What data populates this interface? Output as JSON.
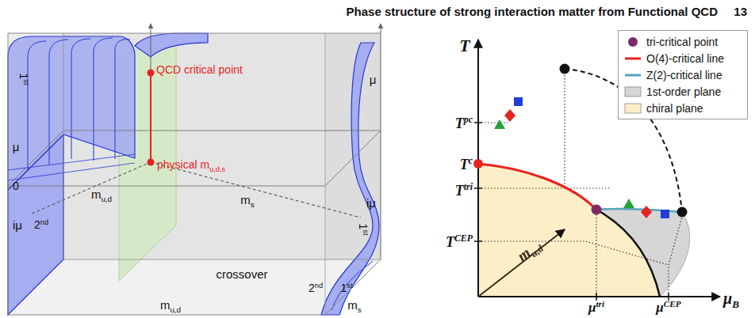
{
  "diagram": {
    "labels": [
      "Phase structure of strong interaction matter from Functional QCD",
      "13",
      "QCD critical point",
      "1st",
      "μ",
      "physical mu,d,s",
      "0",
      "mu,d",
      "ms",
      "μ",
      "1st",
      "iμ",
      "iμ",
      "2nd",
      "mu,d",
      "crossover",
      "2nd",
      "1st",
      "ms",
      "T",
      "Tpc",
      "Tc",
      "Ttri",
      "TCEP",
      "mu,d",
      "μtri",
      "μCEP",
      "μB"
    ],
    "legend": [
      {
        "text": "tri-critical point"
      },
      {
        "text": "O(4)-critical line"
      },
      {
        "text": "Z(2)-critical line"
      },
      {
        "text": "1st-order plane",
        "color": "#d6d6d6"
      },
      {
        "text": "chiral plane",
        "color": "#fcefc8"
      }
    ]
  }
}
